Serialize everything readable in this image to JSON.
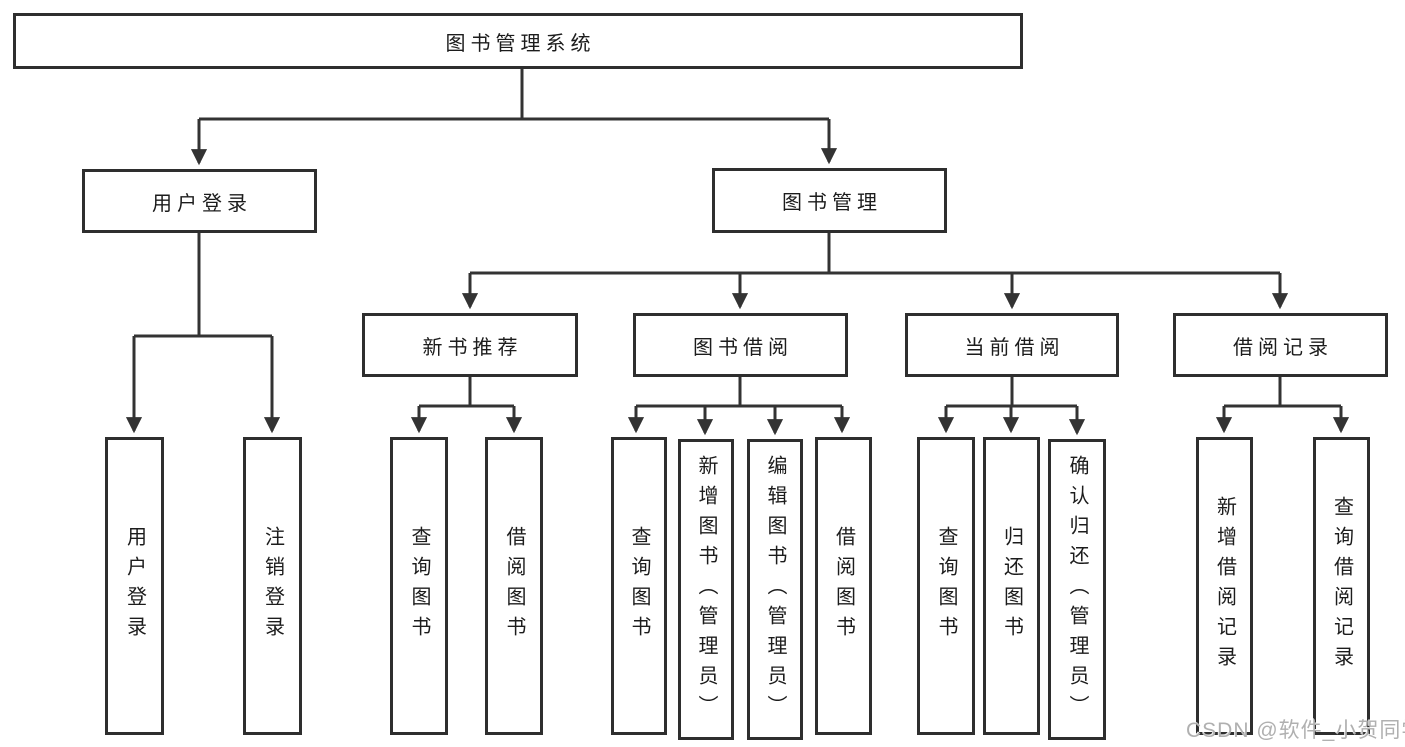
{
  "diagram": {
    "root": {
      "label": "图书管理系统"
    },
    "branches": [
      {
        "label": "用户登录",
        "leaves": [
          "用户登录",
          "注销登录"
        ]
      },
      {
        "label": "图书管理",
        "children": [
          {
            "label": "新书推荐",
            "leaves": [
              "查询图书",
              "借阅图书"
            ]
          },
          {
            "label": "图书借阅",
            "leaves": [
              "查询图书",
              "新增图书（管理员）",
              "编辑图书（管理员）",
              "借阅图书"
            ]
          },
          {
            "label": "当前借阅",
            "leaves": [
              "查询图书",
              "归还图书",
              "确认归还（管理员）"
            ]
          },
          {
            "label": "借阅记录",
            "leaves": [
              "新增借阅记录",
              "查询借阅记录"
            ]
          }
        ]
      }
    ]
  },
  "watermark": "CSDN @软件_小贺同学",
  "colors": {
    "line": "#333333",
    "box_border": "#2e2e2e",
    "box_fill": "#ffffff",
    "text": "#1c1c1c",
    "watermark": "#b0b0b0",
    "background": "#ffffff"
  }
}
